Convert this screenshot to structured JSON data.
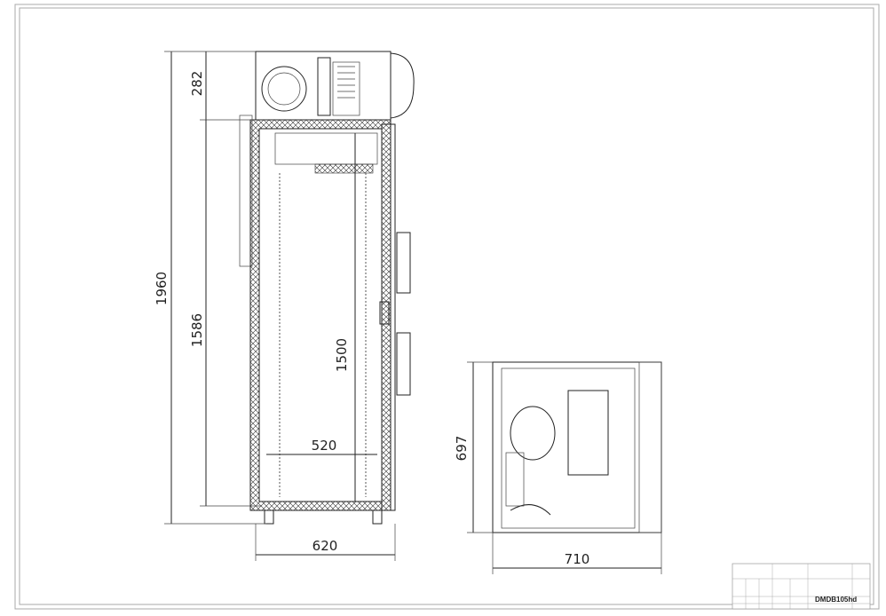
{
  "drawing": {
    "title_code": "DMDB105hd",
    "dimensions": {
      "total_height": "1960",
      "unit_height": "282",
      "cabinet_height": "1586",
      "inner_height": "1500",
      "inner_width": "520",
      "front_width": "620",
      "depth": "697",
      "plan_width": "710"
    }
  }
}
